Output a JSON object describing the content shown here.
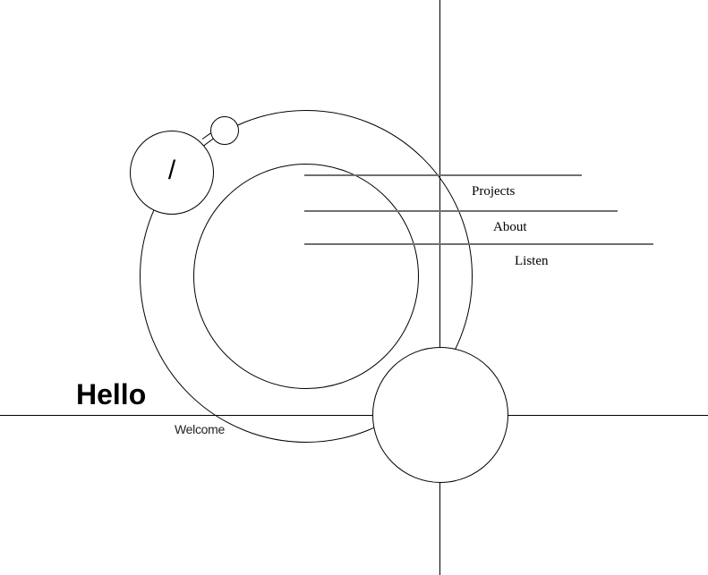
{
  "nav": {
    "items": [
      {
        "label": "Projects"
      },
      {
        "label": "About"
      },
      {
        "label": "Listen"
      }
    ]
  },
  "toggle": {
    "glyph": "/"
  },
  "hero": {
    "title": "Hello",
    "subtitle": "Welcome"
  }
}
